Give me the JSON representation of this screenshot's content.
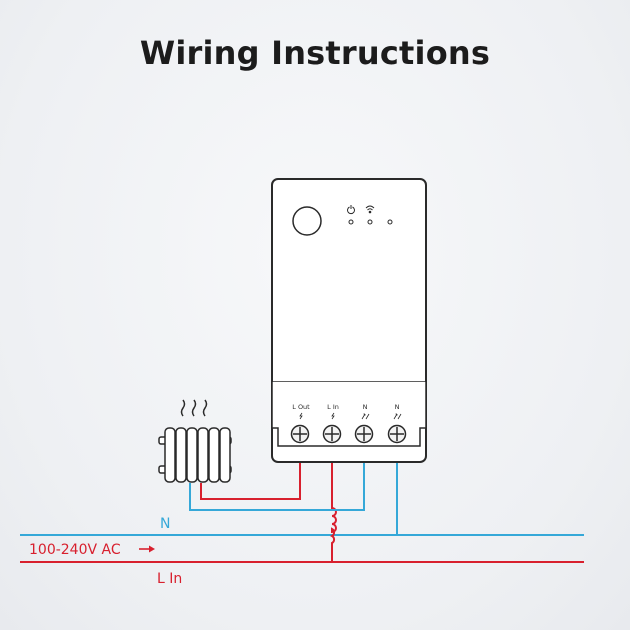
{
  "title": "Wiring Instructions",
  "device": {
    "terminals": [
      {
        "label": "L Out",
        "icon": "bolt-icon"
      },
      {
        "label": "L In",
        "icon": "bolt-icon"
      },
      {
        "label": "N",
        "icon": "neutral-icon"
      },
      {
        "label": "N",
        "icon": "neutral-icon"
      }
    ],
    "indicators": [
      "power-icon",
      "wifi-icon"
    ]
  },
  "lines": {
    "neutral_label": "N",
    "supply_label": "100-240V AC",
    "live_label": "L In"
  },
  "colors": {
    "live": "#d8202e",
    "neutral": "#35a8d8",
    "device_outline": "#2a2a2a"
  }
}
